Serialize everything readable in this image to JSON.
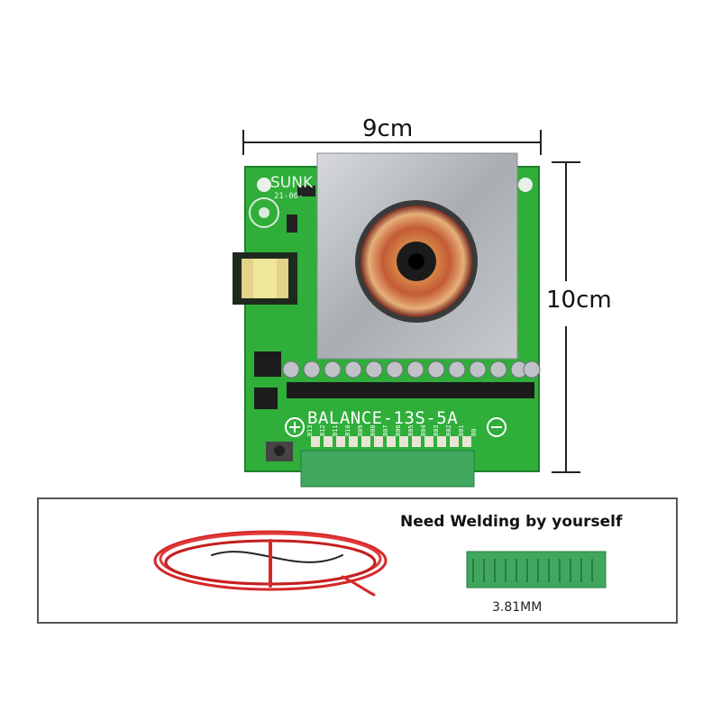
{
  "dimensions": {
    "width": "9cm",
    "height": "10cm"
  },
  "board": {
    "model_label": "BALANCE-13S-5A",
    "brand_partial": "SUNK",
    "date_partial": "21-06-",
    "pin_labels": [
      "B13",
      "B12",
      "B11",
      "B10",
      "B09",
      "B08",
      "B07",
      "B06",
      "B05",
      "B04",
      "B03",
      "B02",
      "B01",
      "B0"
    ]
  },
  "accessories": {
    "note": "Need Welding by yourself",
    "terminal_pitch": "3.81MM"
  },
  "colors": {
    "pcb_green": "#2fae3a",
    "heatsink": "#b9bcc0",
    "copper": "#c96a3c",
    "wire_red": "#d62828",
    "terminal_green": "#3fa85e"
  }
}
